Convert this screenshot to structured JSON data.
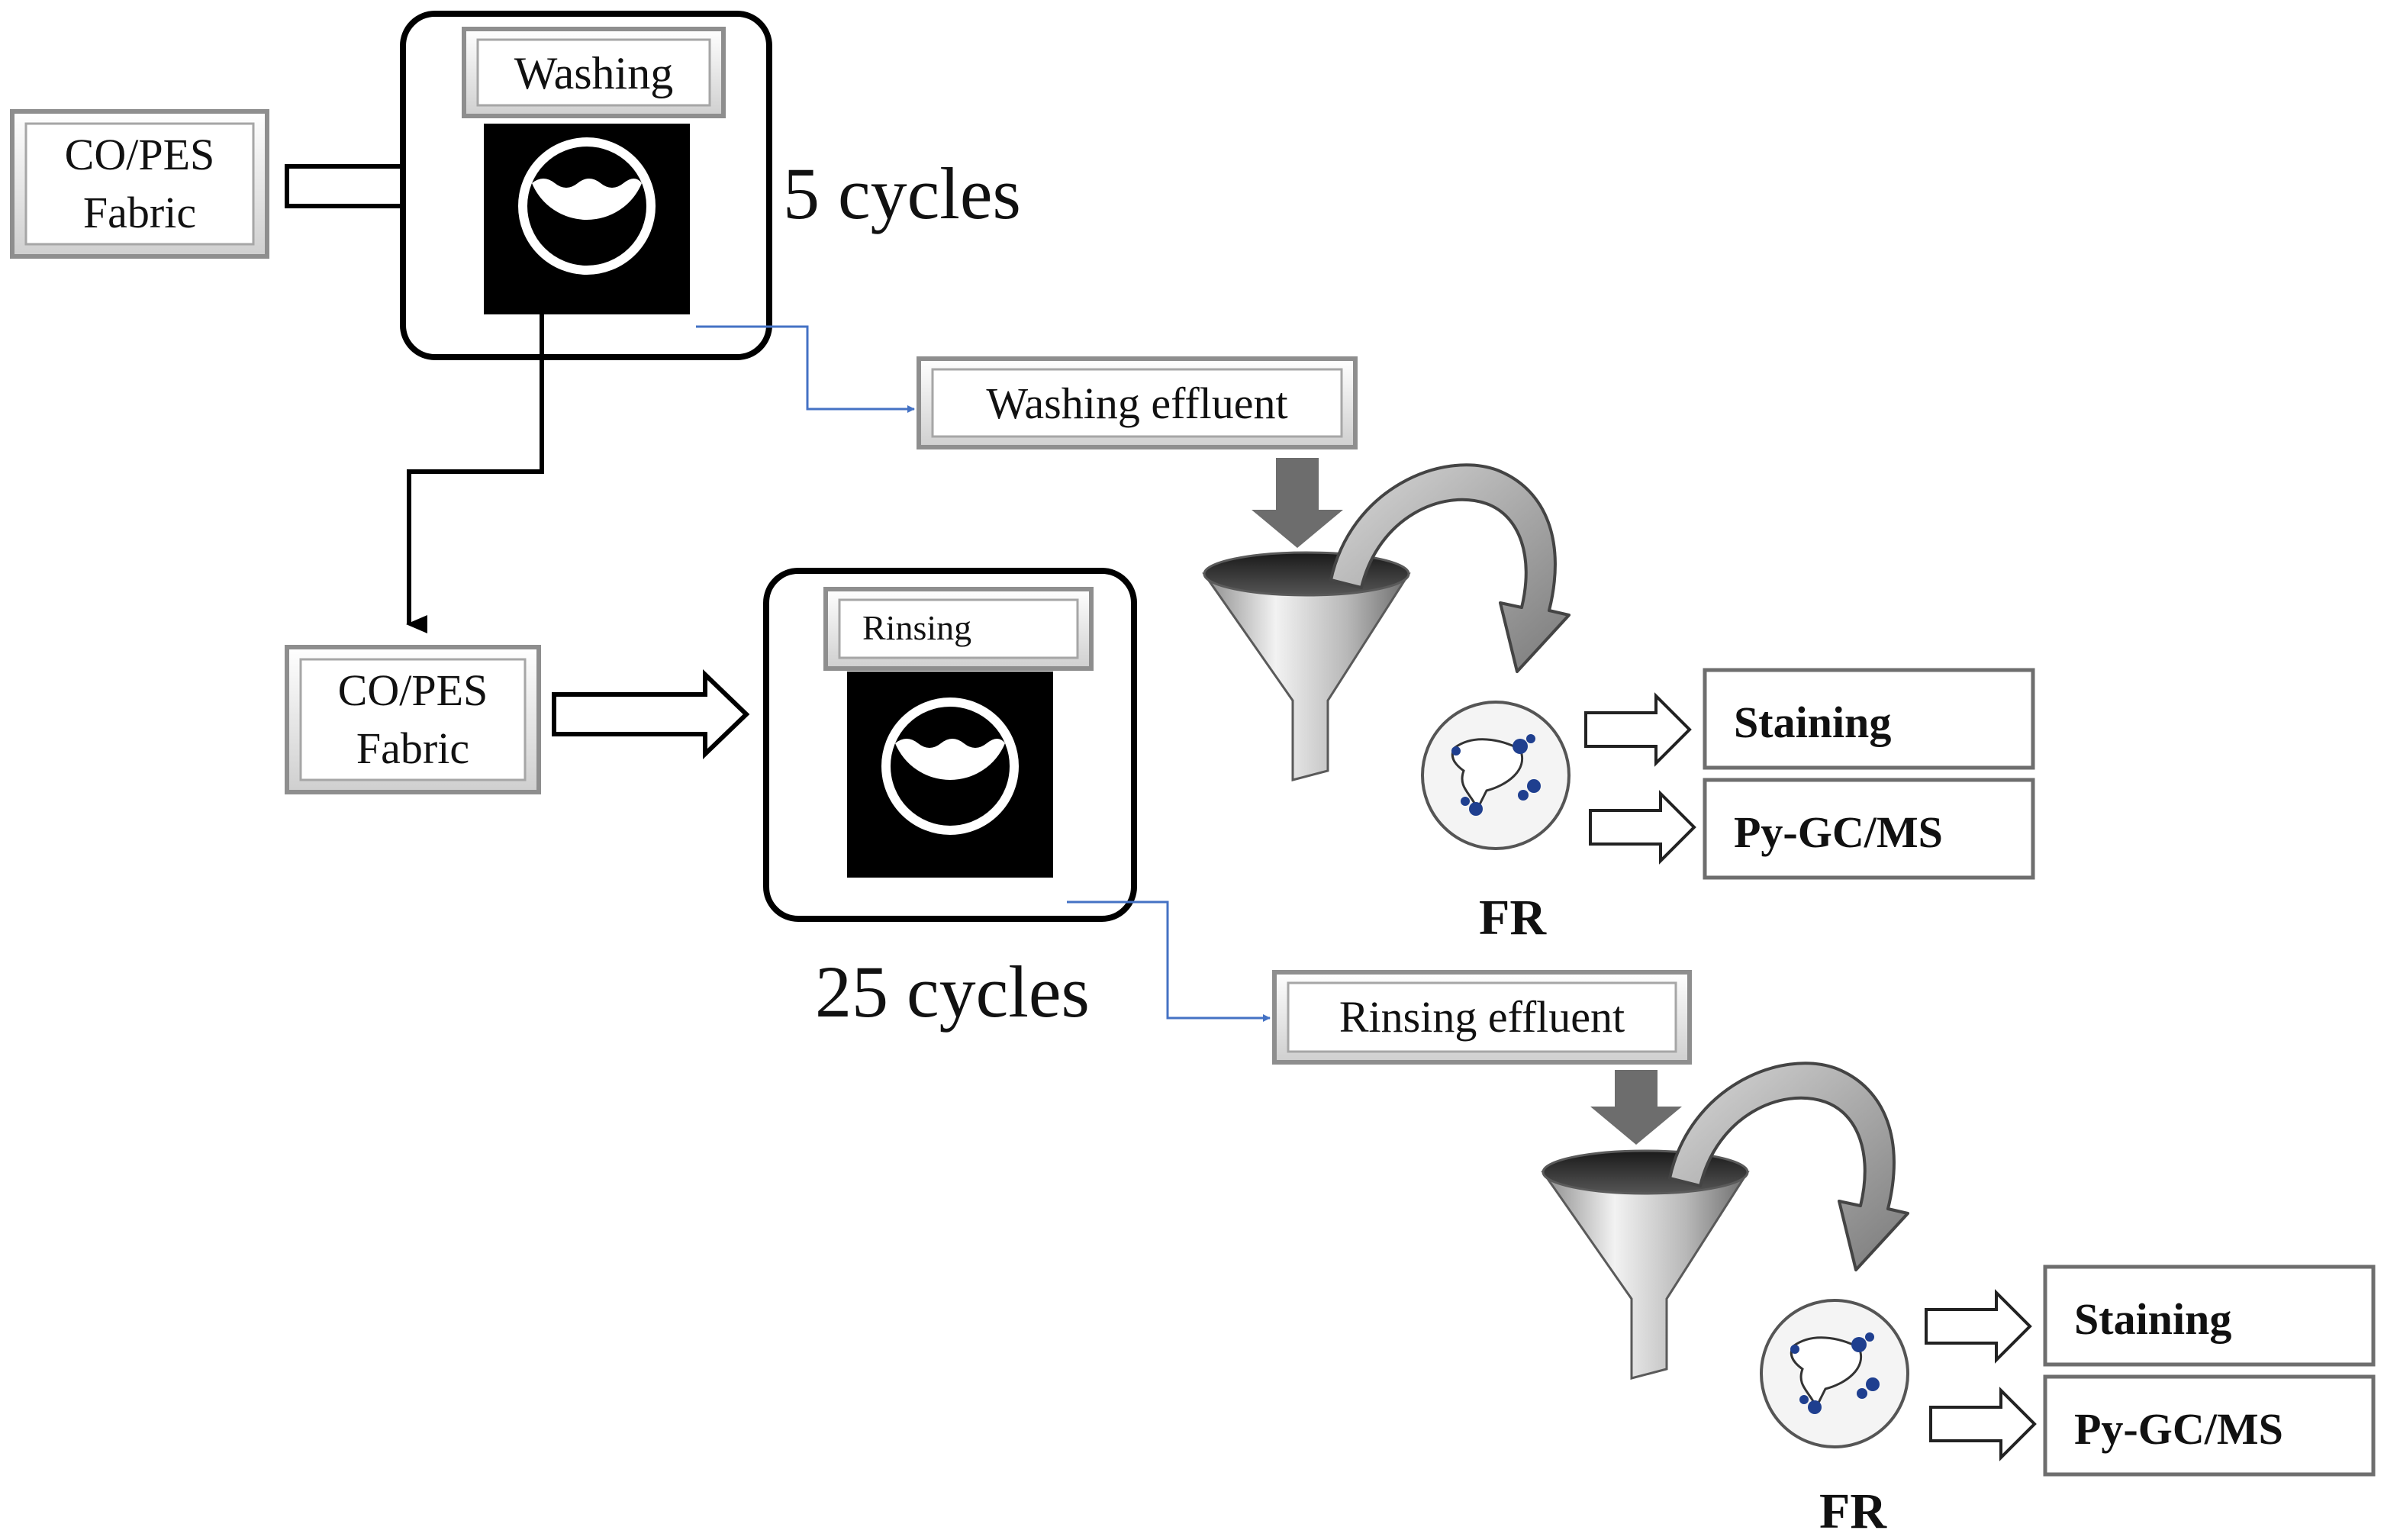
{
  "diagram": {
    "washing": {
      "input_label_line1": "CO/PES",
      "input_label_line2": "Fabric",
      "machine_label": "Washing",
      "cycles": "5 cycles",
      "effluent_label": "Washing effluent",
      "filter_result": "FR",
      "analysis": [
        "Staining",
        "Py-GC/MS"
      ]
    },
    "rinsing": {
      "input_label_line1": "CO/PES",
      "input_label_line2": "Fabric",
      "machine_label": "Rinsing",
      "cycles": "25 cycles",
      "effluent_label": "Rinsing effluent",
      "filter_result": "FR",
      "analysis": [
        "Staining",
        "Py-GC/MS"
      ]
    },
    "colors": {
      "effluent_connector": "#4472c4",
      "filter_arrow": "#6d6d6d",
      "machine_screen": "#000000",
      "fiber_blue": "#1f3f8f"
    }
  }
}
